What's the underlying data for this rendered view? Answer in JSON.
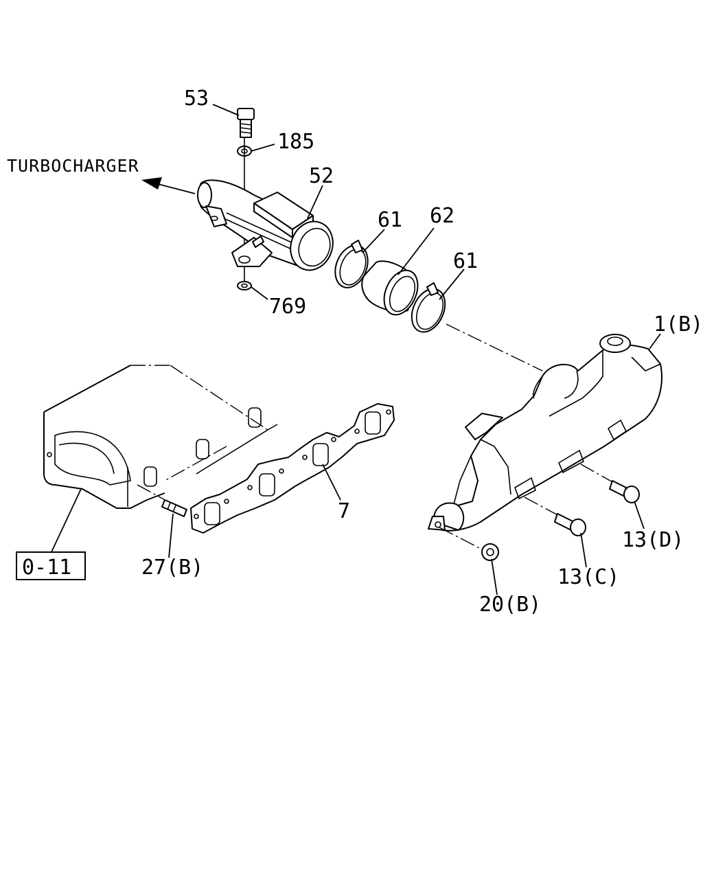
{
  "diagram": {
    "arrow_label": "TURBOCHARGER",
    "reference_box": "0-11",
    "callouts": {
      "c53": "53",
      "c185": "185",
      "c52": "52",
      "c61a": "61",
      "c62": "62",
      "c61b": "61",
      "c769": "769",
      "c1b": "1(B)",
      "c7": "7",
      "c27b": "27(B)",
      "c13d": "13(D)",
      "c13c": "13(C)",
      "c20b": "20(B)"
    }
  }
}
